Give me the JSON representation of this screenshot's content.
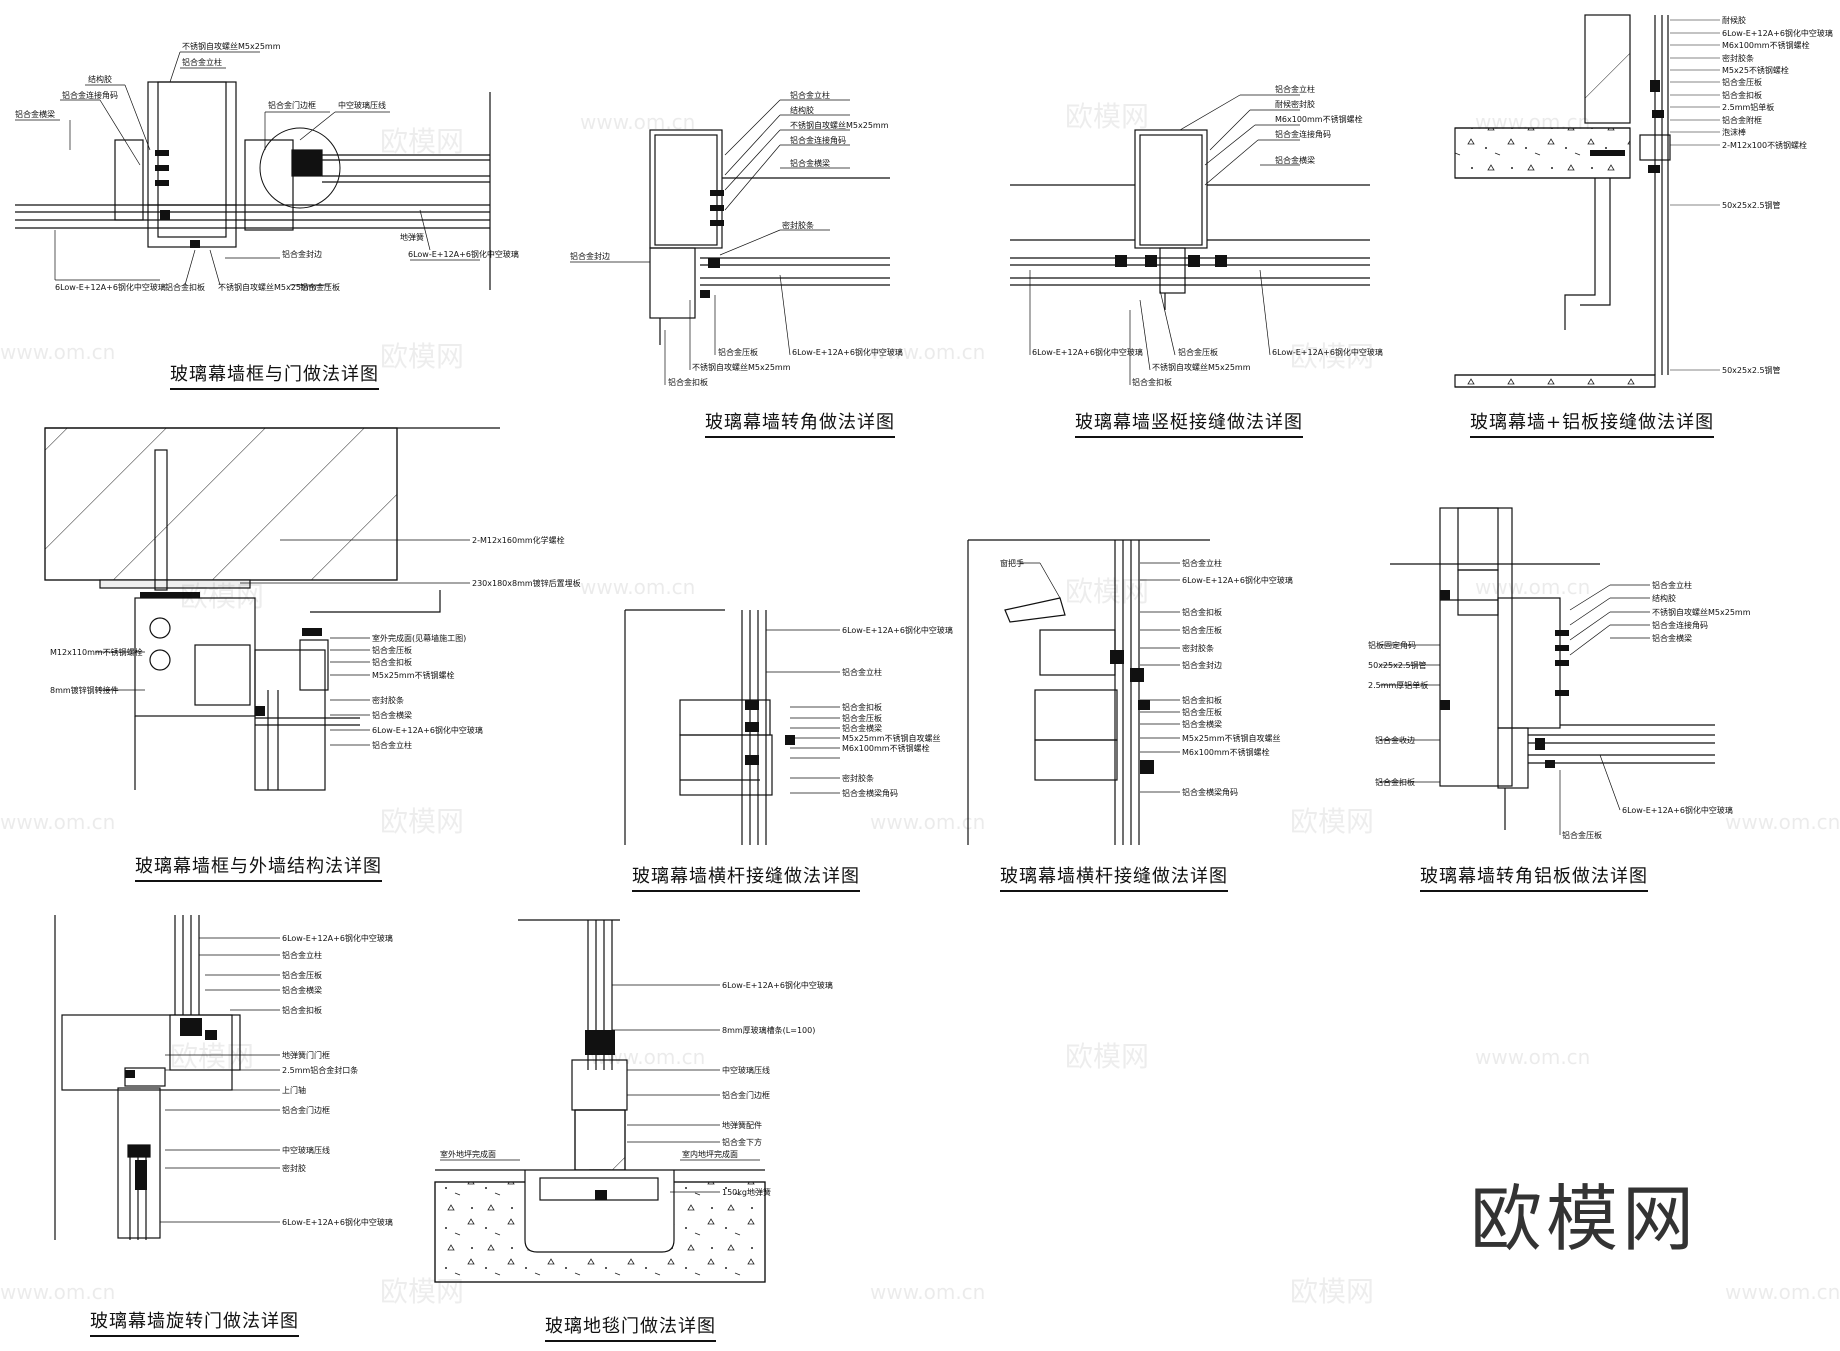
{
  "captions": [
    "玻璃幕墙框与门做法详图",
    "玻璃幕墙转角做法详图",
    "玻璃幕墙竖梃接缝做法详图",
    "玻璃幕墙+铝板接缝做法详图",
    "玻璃幕墙框与外墙结构法详图",
    "玻璃幕墙横杆接缝做法详图",
    "玻璃幕墙横杆接缝做法详图",
    "玻璃幕墙转角铝板做法详图",
    "玻璃幕墙旋转门做法详图",
    "玻璃地毯门做法详图"
  ],
  "brand": "欧模网",
  "watermark": {
    "logo": "欧模网",
    "url": "www.om.cn"
  },
  "labels": {
    "d1": [
      "不锈钢自攻螺丝M5x25mm",
      "铝合金立柱",
      "铝合金横梁",
      "结构胶",
      "铝合金门边框",
      "中空玻璃压线",
      "铝合金连接角码",
      "地弹簧",
      "6Low-E+12A+6钢化中空玻璃",
      "铝合金封边",
      "铝合金扣板",
      "不锈钢自攻螺丝M5x25mm",
      "铝合金压板"
    ],
    "d2": [
      "铝合金立柱",
      "结构胶",
      "不锈钢自攻螺丝M5x25mm",
      "铝合金连接角码",
      "铝合金横梁",
      "铝合金封边",
      "密封胶条",
      "铝合金压板",
      "6Low-E+12A+6钢化中空玻璃",
      "不锈钢自攻螺丝M5x25mm",
      "铝合金扣板"
    ],
    "d3": [
      "铝合金立柱",
      "耐候密封胶",
      "M6x100mm不锈钢螺栓",
      "铝合金连接角码",
      "铝合金横梁",
      "6Low-E+12A+6钢化中空玻璃",
      "铝合金压板",
      "不锈钢自攻螺丝M5x25mm",
      "铝合金扣板"
    ],
    "d4": [
      "耐候胶",
      "6Low-E+12A+6钢化中空玻璃",
      "M6x100mm不锈钢螺栓",
      "密封胶条",
      "M5x25不锈钢螺栓",
      "铝合金压板",
      "铝合金扣板",
      "2.5mm铝单板",
      "铝合金附框",
      "泡沫棒",
      "2-M12x100不锈钢螺栓",
      "50x25x2.5钢管"
    ],
    "d5": [
      "2-M12x160mm化学螺栓",
      "230x180x8mm镀锌后置埋板",
      "室外完成面(见幕墙施工图)",
      "铝合金压板",
      "铝合金扣板",
      "M5x25mm不锈钢螺栓",
      "密封胶条",
      "铝合金横梁",
      "6Low-E+12A+6钢化中空玻璃",
      "铝合金立柱",
      "M12x110mm不锈钢螺栓",
      "8mm镀锌钢转接件"
    ],
    "d6": [
      "6Low-E+12A+6钢化中空玻璃",
      "铝合金立柱",
      "铝合金扣板",
      "铝合金压板",
      "铝合金横梁",
      "M5x25mm不锈钢自攻螺丝",
      "M6x100mm不锈钢螺栓",
      "密封胶条",
      "铝合金横梁角码"
    ],
    "d7": [
      "窗把手",
      "铝合金立柱",
      "6Low-E+12A+6钢化中空玻璃",
      "铝合金扣板",
      "铝合金压板",
      "密封胶条",
      "铝合金封边",
      "铝合金横梁",
      "M5x25mm不锈钢自攻螺丝",
      "M6x100mm不锈钢螺栓",
      "铝合金横梁角码"
    ],
    "d8": [
      "铝合金立柱",
      "结构胶",
      "不锈钢自攻螺丝M5x25mm",
      "铝合金连接角码",
      "铝合金横梁",
      "铝板固定角码",
      "50x25x2.5钢管",
      "2.5mm厚铝单板",
      "铝合金收边",
      "铝合金扣板",
      "6Low-E+12A+6钢化中空玻璃",
      "铝合金压板"
    ],
    "d9": [
      "6Low-E+12A+6钢化中空玻璃",
      "铝合金立柱",
      "铝合金压板",
      "铝合金扣板",
      "铝合金横梁",
      "地弹簧门门框",
      "2.5mm铝合金封口条",
      "上门轴",
      "铝合金门边框",
      "中空玻璃压线",
      "密封胶"
    ],
    "d10": [
      "6Low-E+12A+6钢化中空玻璃",
      "8mm厚玻璃槽条(L=100)",
      "中空玻璃压线",
      "铝合金门边框",
      "地弹簧配件",
      "铝合金下方",
      "室外地坪完成面",
      "室内地坪完成面",
      "150kg地弹簧"
    ]
  }
}
